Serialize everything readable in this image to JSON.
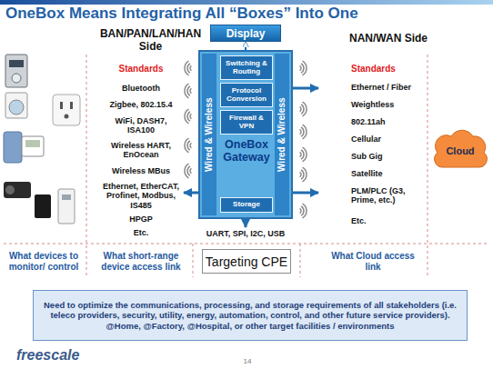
{
  "diagram": {
    "title": "OneBox Means Integrating All “Boxes” Into One",
    "nodes": [
      {
        "text": [
          "Display"
        ]
      },
      {
        "text": [
          "Wired & Wireless",
          "OneBox Gateway",
          "Wired & Wireless"
        ]
      },
      {
        "text": [
          "Switching & Routing"
        ],
        "in": 1
      },
      {
        "text": [
          "Protocol Conversion"
        ],
        "in": 1
      },
      {
        "text": [
          "Firewall & VPN"
        ],
        "in": 1
      },
      {
        "text": [
          "Storage"
        ],
        "in": 1
      },
      {
        "text": [
          "Cloud"
        ]
      },
      {
        "text": [
          "Targeting CPE"
        ]
      },
      {
        "text": [
          "Need to optimize the communications, processing, and storage requirements of all stakeholders (i.e. teleco providers, security, utility, energy, automation, control, and other future service providers). @Home, @Factory, @Hospital, or other target facilities / environments"
        ]
      }
    ],
    "edges": [
      {
        "from": 1,
        "to": 0,
        "arrow": "to"
      }
    ],
    "labels": [
      "BAN/PAN/LAN/HAN Side",
      "NAN/WAN Side",
      "Standards",
      "Bluetooth",
      "Zigbee, 802.15.4",
      "WiFi, DASH7, ISA100",
      "Wireless HART, EnOcean",
      "Wireless MBus",
      "Ethernet, EtherCAT, Profinet, Modbus, IS485",
      "HPGP",
      "Etc.",
      "Standards",
      "Ethernet / Fiber",
      "Weightless",
      "802.11ah",
      "Cellular",
      "Sub Gig",
      "Satellite",
      "PLM/PLC (G3, Prime, etc.)",
      "Etc.",
      "UART, SPI, I2C, USB",
      "What devices to monitor/ control",
      "What short-range device access link",
      "What Cloud access link",
      "freescale",
      "14"
    ]
  }
}
